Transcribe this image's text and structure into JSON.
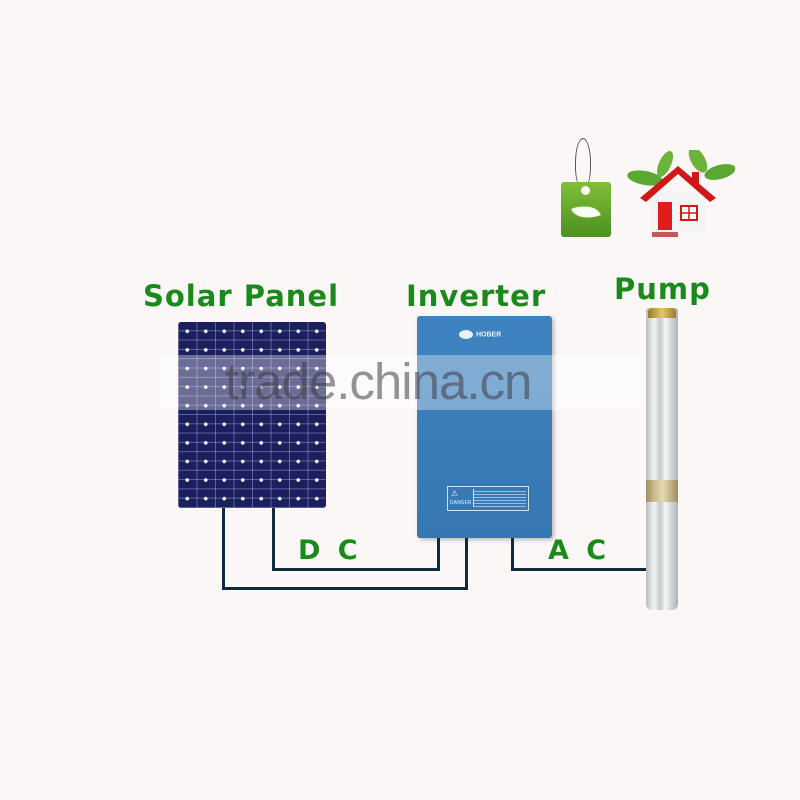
{
  "labels": {
    "solar_panel": "Solar Panel",
    "inverter": "Inverter",
    "pump": "Pump",
    "dc": "D C",
    "ac": "A C"
  },
  "inverter": {
    "brand": "HOBER",
    "warning": "DANGER"
  },
  "watermark": "trade.china.cn",
  "icons": [
    "eco-leaf-tag-icon",
    "green-house-icon"
  ],
  "colors": {
    "label_green": "#1a8a1a",
    "inverter_blue": "#3a7cb8",
    "panel_navy": "#1c1f5e",
    "wire": "#0f2a3b"
  }
}
